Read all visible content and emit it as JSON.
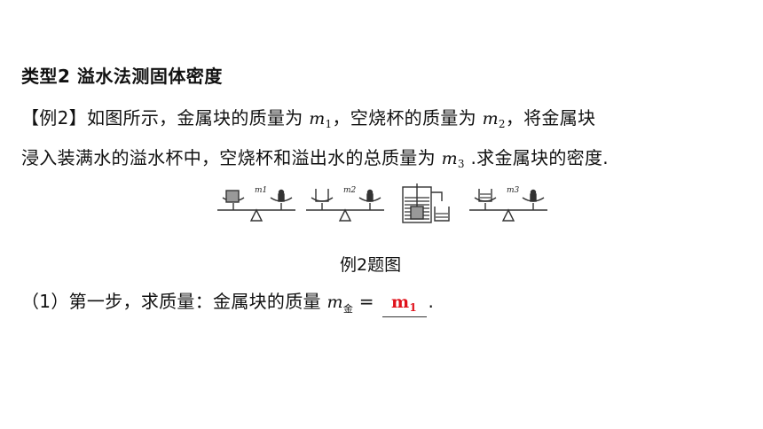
{
  "heading": "类型2  溢水法测固体密度",
  "example": {
    "tag": "【例2】",
    "text1": "如图所示，金属块的质量为",
    "m1_var": "m",
    "m1_sub": "1",
    "text2": "，空烧杯的质量为",
    "m2_var": "m",
    "m2_sub": "2",
    "text3": "，将金属块",
    "text4": "浸入装满水的溢水杯中，空烧杯和溢出水的总质量为",
    "m3_var": "m",
    "m3_sub": "3",
    "text5": ".求金属块的密度."
  },
  "figure": {
    "labels": [
      "m1",
      "m2",
      "m3"
    ],
    "caption": "例2题图"
  },
  "step1": {
    "prefix": "（1）第一步，求质量：金属块的质量",
    "var": "m",
    "sub": "金",
    "eq": " = ",
    "answer_var": "m",
    "answer_sub": "1",
    "suffix": "."
  },
  "colors": {
    "answer": "#e0121b"
  }
}
